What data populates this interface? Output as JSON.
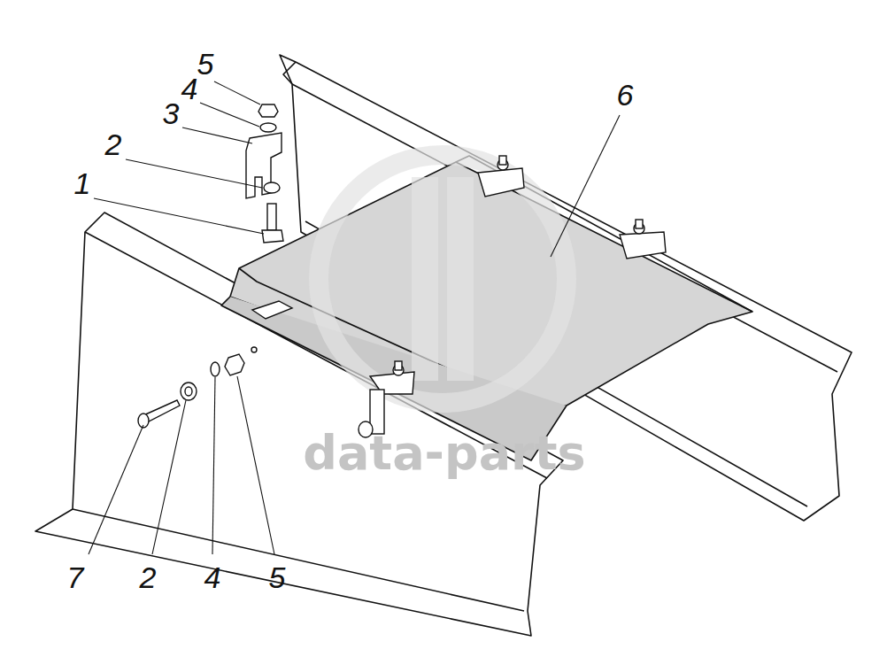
{
  "diagram": {
    "labels": [
      "5",
      "4",
      "3",
      "2",
      "1",
      "6",
      "7",
      "2",
      "4",
      "5",
      "data-parts"
    ]
  }
}
